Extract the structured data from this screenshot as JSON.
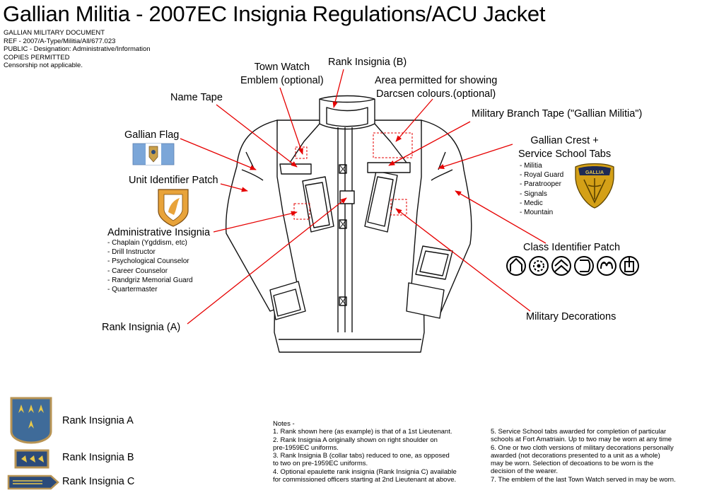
{
  "title": "Gallian Militia - 2007EC Insignia Regulations/ACU Jacket",
  "doc_header": [
    "GALLIAN MILITARY DOCUMENT",
    "REF - 2007/A-Type/Militia/All/677.023",
    "PUBLIC - Designation: Administrative/Information",
    "COPIES PERMITTED",
    "Censorship not applicable."
  ],
  "labels": {
    "rank_b": "Rank Insignia (B)",
    "town_watch": [
      "Town Watch",
      "Emblem (optional)"
    ],
    "darcsen": [
      "Area permitted for showing",
      "Darcsen colours.(optional)"
    ],
    "name_tape": "Name Tape",
    "branch_tape": "Military Branch Tape (\"Gallian Militia\")",
    "gallian_flag": "Gallian Flag",
    "crest": [
      "Gallian Crest +",
      "Service School Tabs"
    ],
    "unit_patch": "Unit Identifier Patch",
    "admin": "Administrative Insignia",
    "class_patch": "Class Identifier Patch",
    "rank_a": "Rank Insignia (A)",
    "decorations": "Military Decorations"
  },
  "school_tabs": [
    "- Militia",
    "- Royal Guard",
    "- Paratrooper",
    "- Signals",
    "- Medic",
    "- Mountain"
  ],
  "admin_list": [
    "- Chaplain (Ygddism, etc)",
    "- Drill Instructor",
    "- Psychological Counselor",
    "- Career Counselor",
    "- Randgriz Memorial Guard",
    "- Quartermaster"
  ],
  "legend": {
    "rank_a": "Rank Insignia A",
    "rank_b": "Rank Insignia B",
    "rank_c": "Rank Insignia C"
  },
  "notes_title": "Notes -",
  "notes_left": [
    "1. Rank shown here (as example) is that of a 1st Lieutenant.",
    "2. Rank Insignia A originally shown on right shoulder on",
    "    pre-1959EC uniforms.",
    "3. Rank Insignia B (collar tabs) reduced to one, as opposed",
    "    to two on pre-1959EC uniforms.",
    "4. Optional epaulette rank insignia (Rank Insignia C) available",
    "    for commissioned officers starting at 2nd Lieutenant at above."
  ],
  "notes_right": [
    "5. Service School tabs awarded for completion of particular",
    "    schools at Fort Amatriain. Up to two may be worn at any time",
    "6. One or two cloth versions of military decorations personally",
    "    awarded (not decorations presented to a unit as a whole)",
    "    may be worn. Selection of decoations to be worn is the",
    "    decision of the wearer.",
    "7. The emblem of the last Town Watch served in may be worn."
  ],
  "crest_text": "GALLIA",
  "class_icons": [
    "scout-class-icon",
    "sniper-class-icon",
    "shocktrooper-class-icon",
    "lancer-class-icon",
    "engineer-class-icon",
    "armoredtech-class-icon"
  ],
  "colors": {
    "arrow": "#e60000",
    "flag_blue": "#7ba6d8",
    "flag_white": "#ffffff",
    "rank_blue": "#3f6b99",
    "gold": "#d4a017",
    "orange": "#e8a33a"
  }
}
